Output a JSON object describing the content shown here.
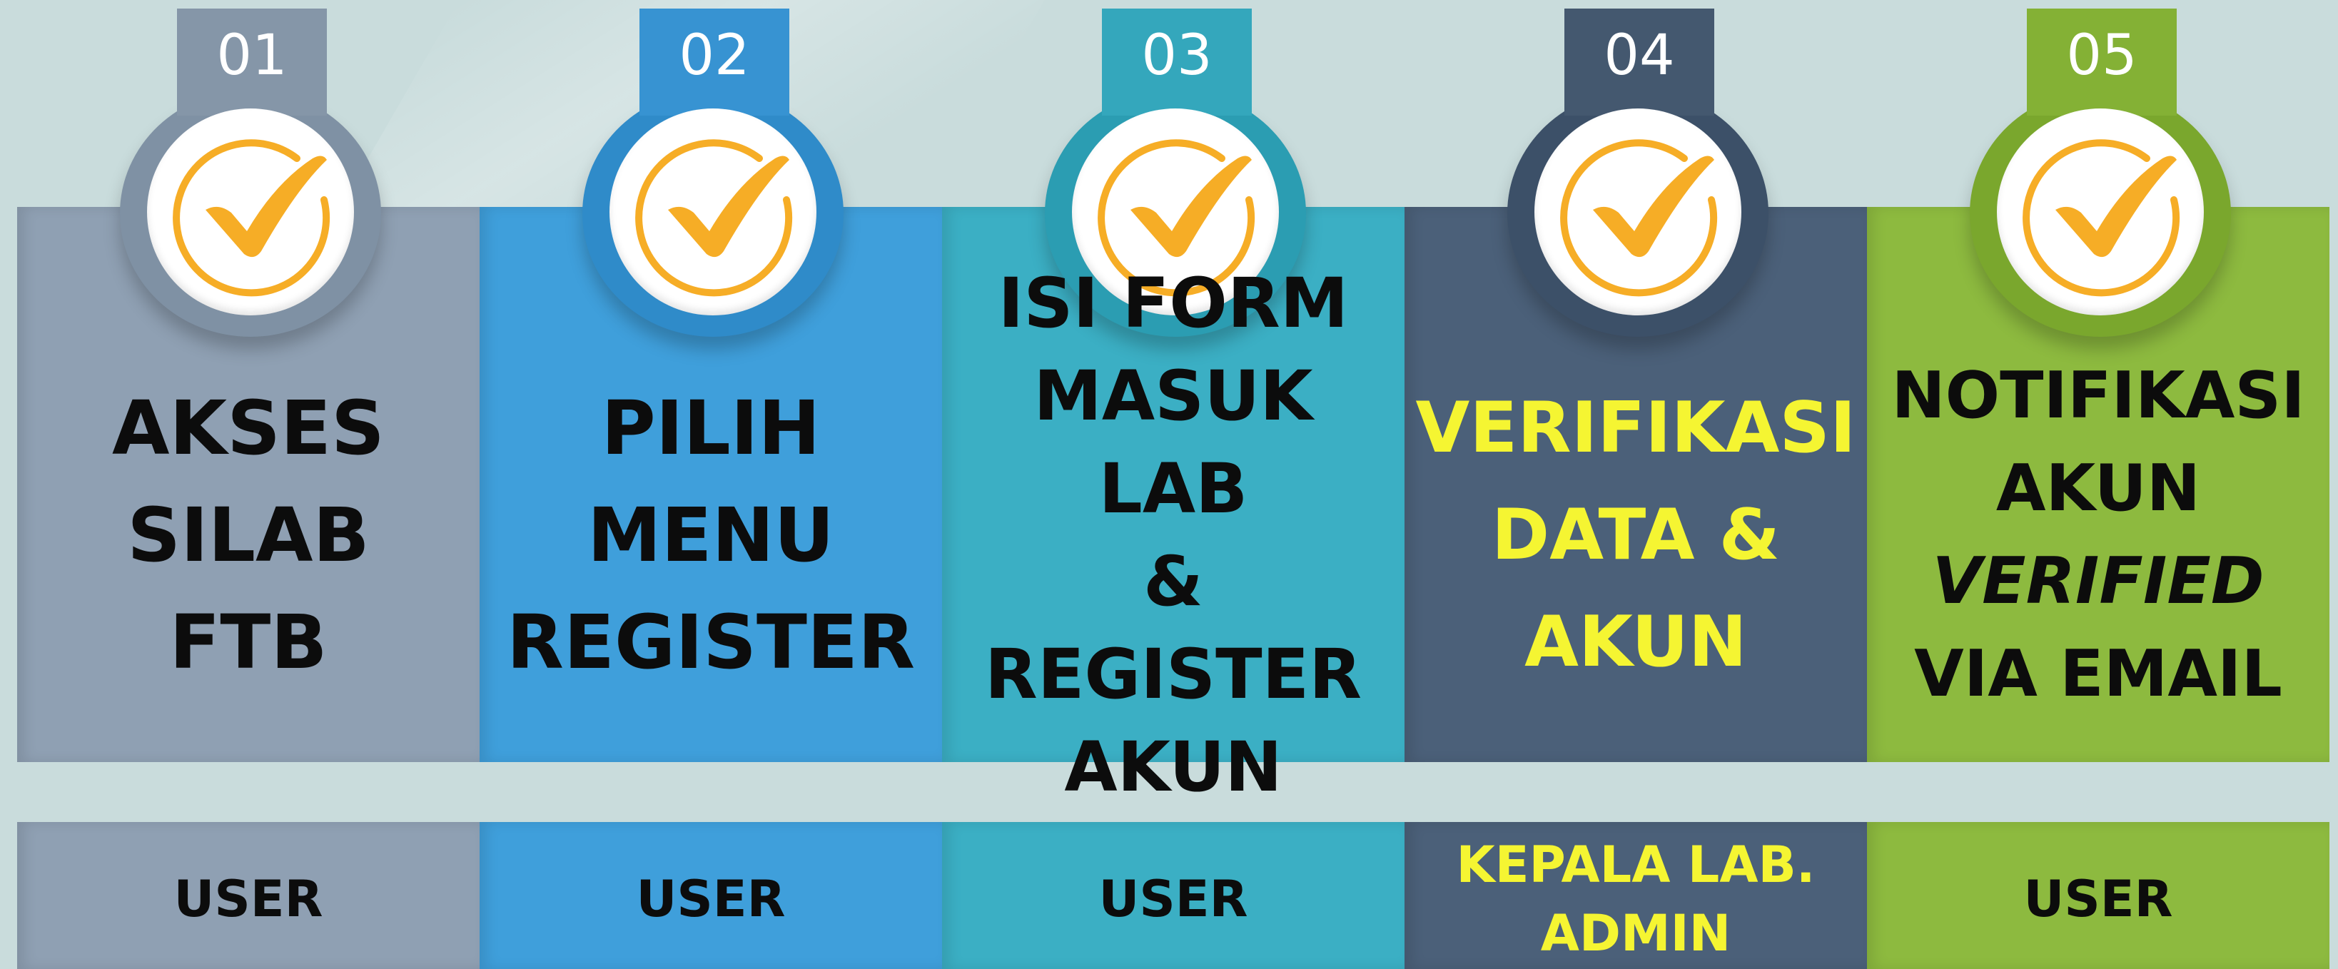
{
  "colors": {
    "background": "#c9dcdc",
    "check_color": "#f6ad26",
    "check_disc": "#ffffff",
    "highlight_text": "#f5f532"
  },
  "steps": [
    {
      "number": "01",
      "title": [
        "AKSES",
        "SILAB",
        "FTB"
      ],
      "role": [
        "USER"
      ],
      "panel_color": "#8fa0b3",
      "tab_color": "#8596a8",
      "ring_color": "#7f91a4",
      "text_color": "#0c0c0c",
      "icon": "check-icon"
    },
    {
      "number": "02",
      "title": [
        "PILIH",
        "MENU",
        "REGISTER"
      ],
      "role": [
        "USER"
      ],
      "panel_color": "#3f9fdb",
      "tab_color": "#3793d2",
      "ring_color": "#2f8bc9",
      "text_color": "#0c0c0c",
      "icon": "check-icon"
    },
    {
      "number": "03",
      "title": [
        "ISI FORM",
        "MASUK LAB",
        "& REGISTER",
        "AKUN"
      ],
      "role": [
        "USER"
      ],
      "panel_color": "#3bafc4",
      "tab_color": "#34a7bc",
      "ring_color": "#2b9db2",
      "text_color": "#0c0c0c",
      "icon": "check-icon"
    },
    {
      "number": "04",
      "title": [
        "VERIFIKASI",
        "DATA &",
        "AKUN"
      ],
      "role": [
        "KEPALA LAB.",
        "ADMIN"
      ],
      "panel_color": "#4b6079",
      "tab_color": "#44586f",
      "ring_color": "#3c5068",
      "text_color": "#f5f532",
      "icon": "check-icon"
    },
    {
      "number": "05",
      "title": [
        "NOTIFIKASI",
        "AKUN",
        "VERIFIED",
        "VIA EMAIL"
      ],
      "title_italic_line": 2,
      "role": [
        "USER"
      ],
      "panel_color": "#8dba3f",
      "tab_color": "#84b135",
      "ring_color": "#7aa72d",
      "text_color": "#0c0c0c",
      "icon": "check-icon"
    }
  ]
}
